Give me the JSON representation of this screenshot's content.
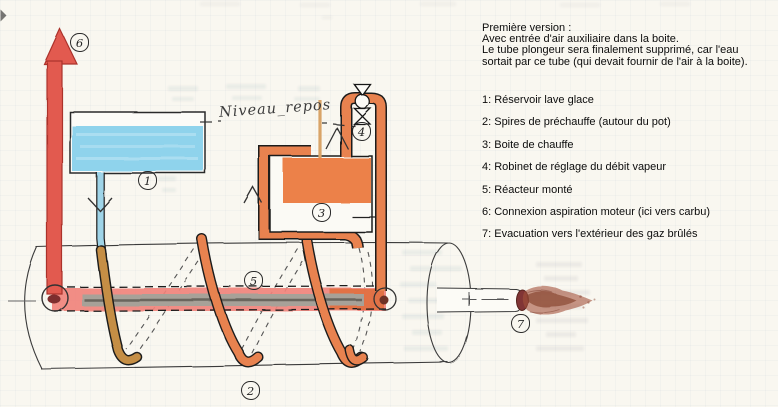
{
  "notes": {
    "lines": [
      "Première version :",
      "Avec entrée d'air auxiliaire dans la boite.",
      "Le tube plongeur sera finalement supprimé, car l'eau",
      "sortait par ce tube (qui devait fournir de l'air à la boite)."
    ]
  },
  "legend": {
    "items": [
      "1: Réservoir lave glace",
      "2: Spires de préchauffe (autour du pot)",
      "3: Boite de chauffe",
      "4: Robinet de réglage du débit vapeur",
      "5: Réacteur monté",
      "6: Connexion aspiration moteur (ici vers carbu)",
      "7: Evacuation vers l'extérieur des gaz brûlés"
    ]
  },
  "diagram": {
    "level_label": "Niveau_repos",
    "callouts": {
      "reservoir": "1",
      "spires": "2",
      "boite": "3",
      "robinet": "4",
      "reacteur": "5",
      "connexion": "6",
      "evacuation": "7"
    },
    "colors": {
      "pipe_orange": "#e8824f",
      "water_blue": "#8fd3ec",
      "suction_red": "#e25a50",
      "reactor_pink": "#f0837c",
      "coil_tan": "#c58e44",
      "flame_brown": "#a3543c",
      "paper": "#f9f7f0"
    }
  }
}
